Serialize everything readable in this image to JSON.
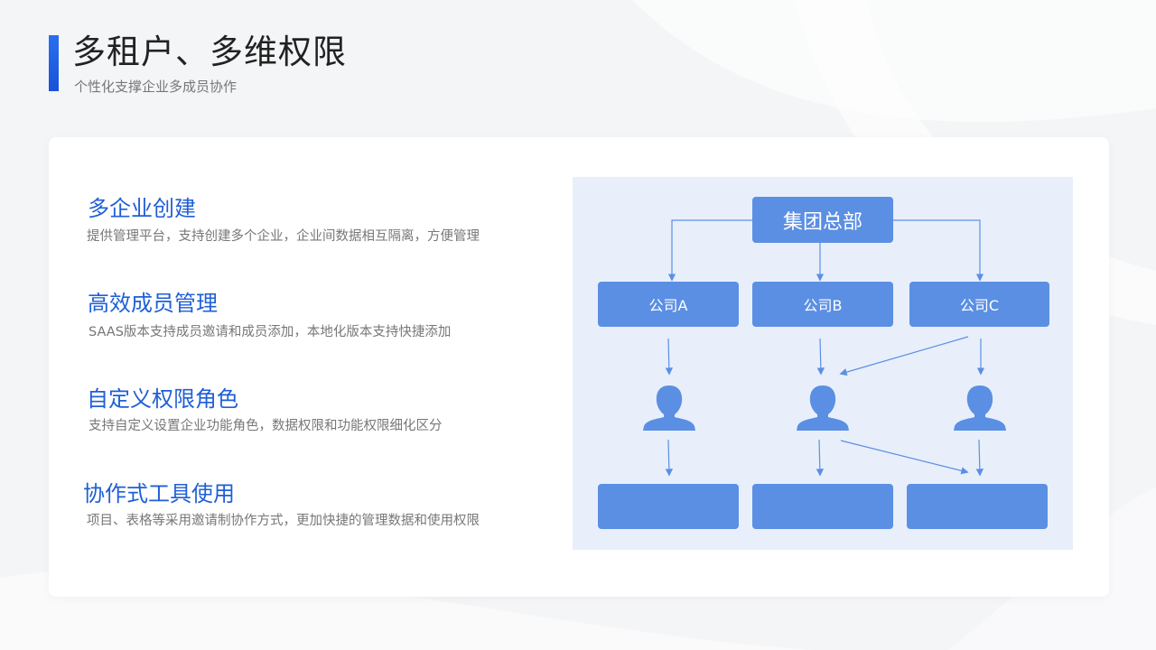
{
  "header": {
    "title": "多租户、多维权限",
    "subtitle": "个性化支撑企业多成员协作"
  },
  "features": [
    {
      "title": "多企业创建",
      "desc": "提供管理平台，支持创建多个企业，企业间数据相互隔离，方便管理"
    },
    {
      "title": "高效成员管理",
      "desc": "SAAS版本支持成员邀请和成员添加，本地化版本支持快捷添加"
    },
    {
      "title": "自定义权限角色",
      "desc": "支持自定义设置企业功能角色，数据权限和功能权限细化区分"
    },
    {
      "title": "协作式工具使用",
      "desc": "项目、表格等采用邀请制协作方式，更加快捷的管理数据和使用权限"
    }
  ],
  "diagram": {
    "root": "集团总部",
    "companies": [
      "公司A",
      "公司B",
      "公司C"
    ]
  },
  "colors": {
    "accent": "#1f5fd6",
    "node": "#5b8fe3",
    "diagram_bg": "#e8effb",
    "arrow": "#5b8fe3"
  },
  "icons": [
    "person-icon"
  ]
}
